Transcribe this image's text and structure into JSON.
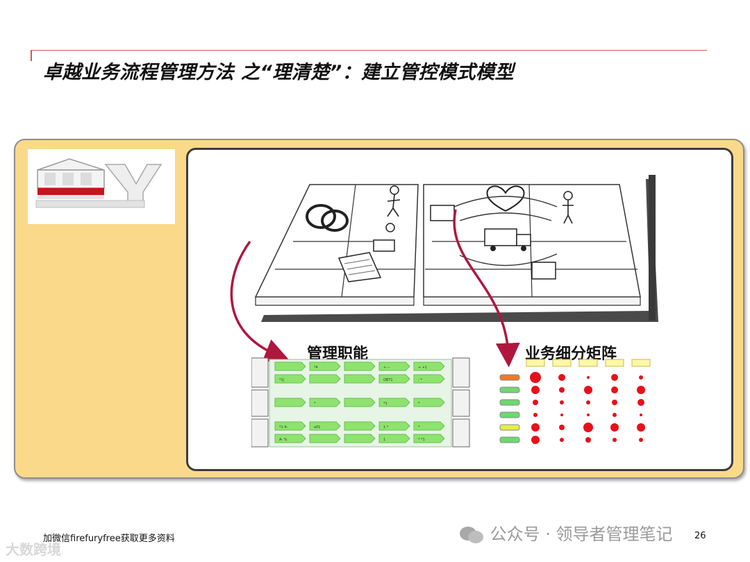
{
  "slide": {
    "title": "卓越业务流程管理方法 之“理清楚”：建立管控模式模型",
    "page_number": "26"
  },
  "diagram": {
    "label_management_functions": "管理职能",
    "label_business_matrix": "业务细分矩阵",
    "mgmt_row_values": [
      [
        "",
        "*4",
        "",
        "+  --",
        "+  +1"
      ],
      [
        "*1|",
        "",
        "",
        "OBT1",
        "-  *"
      ],
      [
        "",
        "*",
        "",
        "*1",
        "*"
      ],
      [
        "*1  4-",
        "a01",
        "",
        "1  *",
        "*"
      ],
      [
        "A-  %",
        "",
        "",
        "1",
        "*  *1"
      ]
    ]
  },
  "footer": {
    "promo_text": "加微信firefuryfree获取更多资料",
    "watermark_left": "大数跨境",
    "watermark_right": "公众号 · 领导者管理笔记"
  },
  "colors": {
    "accent_red": "#d9534f",
    "panel_yellow": "#fbd98a",
    "arrow_crimson": "#b0163e",
    "matrix_dot_red": "#e8101a",
    "process_green": "#8ee36e"
  }
}
